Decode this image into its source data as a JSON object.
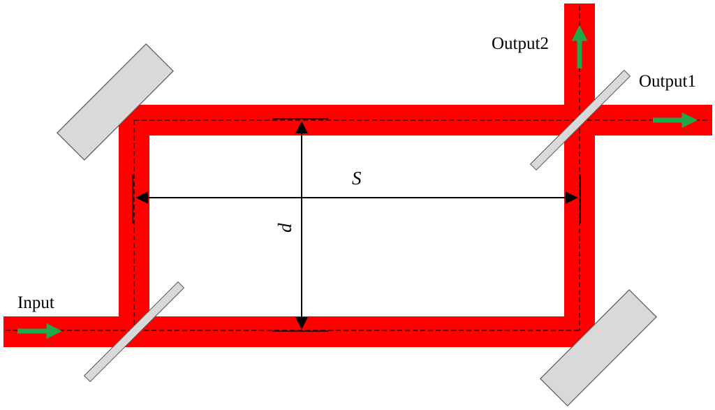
{
  "labels": {
    "input": "Input",
    "output1": "Output1",
    "output2": "Output2",
    "width": "S",
    "height": "d"
  },
  "colors": {
    "beam": "#ff0000",
    "mirror_fill": "#d9d9d9",
    "mirror_stroke": "#555555",
    "arrow_green": "#1fa94a",
    "line": "#000000",
    "background": "#ffffff"
  }
}
